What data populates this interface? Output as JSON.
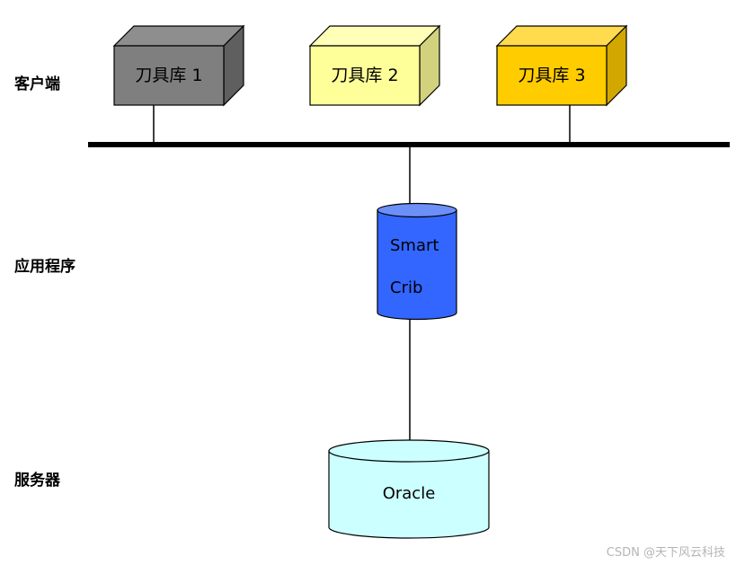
{
  "tiers": {
    "client": "客户端",
    "application": "应用程序",
    "server": "服务器"
  },
  "tool_cribs": [
    {
      "label": "刀具库 1",
      "front_color": "#7f7f7f",
      "top_color": "#8e8e8e",
      "side_color": "#5f5f5f"
    },
    {
      "label": "刀具库 2",
      "front_color": "#ffff99",
      "top_color": "#ffffb8",
      "side_color": "#d2d27e"
    },
    {
      "label": "刀具库 3",
      "front_color": "#ffcc00",
      "top_color": "#ffdb4d",
      "side_color": "#d2a800"
    }
  ],
  "app_cylinder": {
    "line1": "Smart",
    "line2": "Crib",
    "body_color": "#3366ff",
    "top_color": "#6c8ff8"
  },
  "db_cylinder": {
    "label": "Oracle",
    "body_color": "#ccffff"
  },
  "watermark": "CSDN @天下风云科技"
}
